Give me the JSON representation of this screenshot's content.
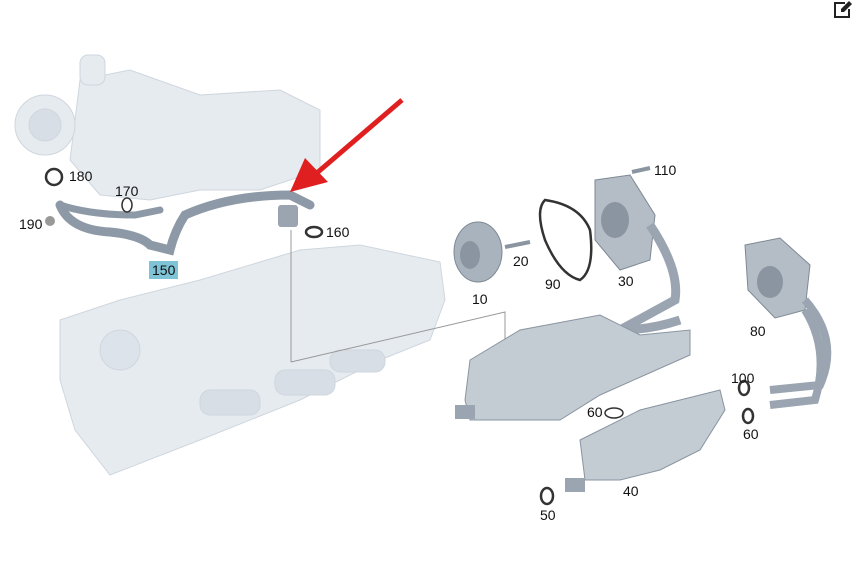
{
  "diagram": {
    "highlight_color": "#7fc3d6",
    "arrow_color": "#e02020",
    "labels": {
      "p180": "180",
      "p170": "170",
      "p190": "190",
      "p150": "150",
      "p160": "160",
      "p110": "110",
      "p20": "20",
      "p90": "90",
      "p10": "10",
      "p30": "30",
      "p80": "80",
      "p100": "100",
      "p60a": "60",
      "p60b": "60",
      "p40": "40",
      "p50": "50"
    }
  },
  "toolbar": {
    "edit_icon": "edit-icon"
  }
}
